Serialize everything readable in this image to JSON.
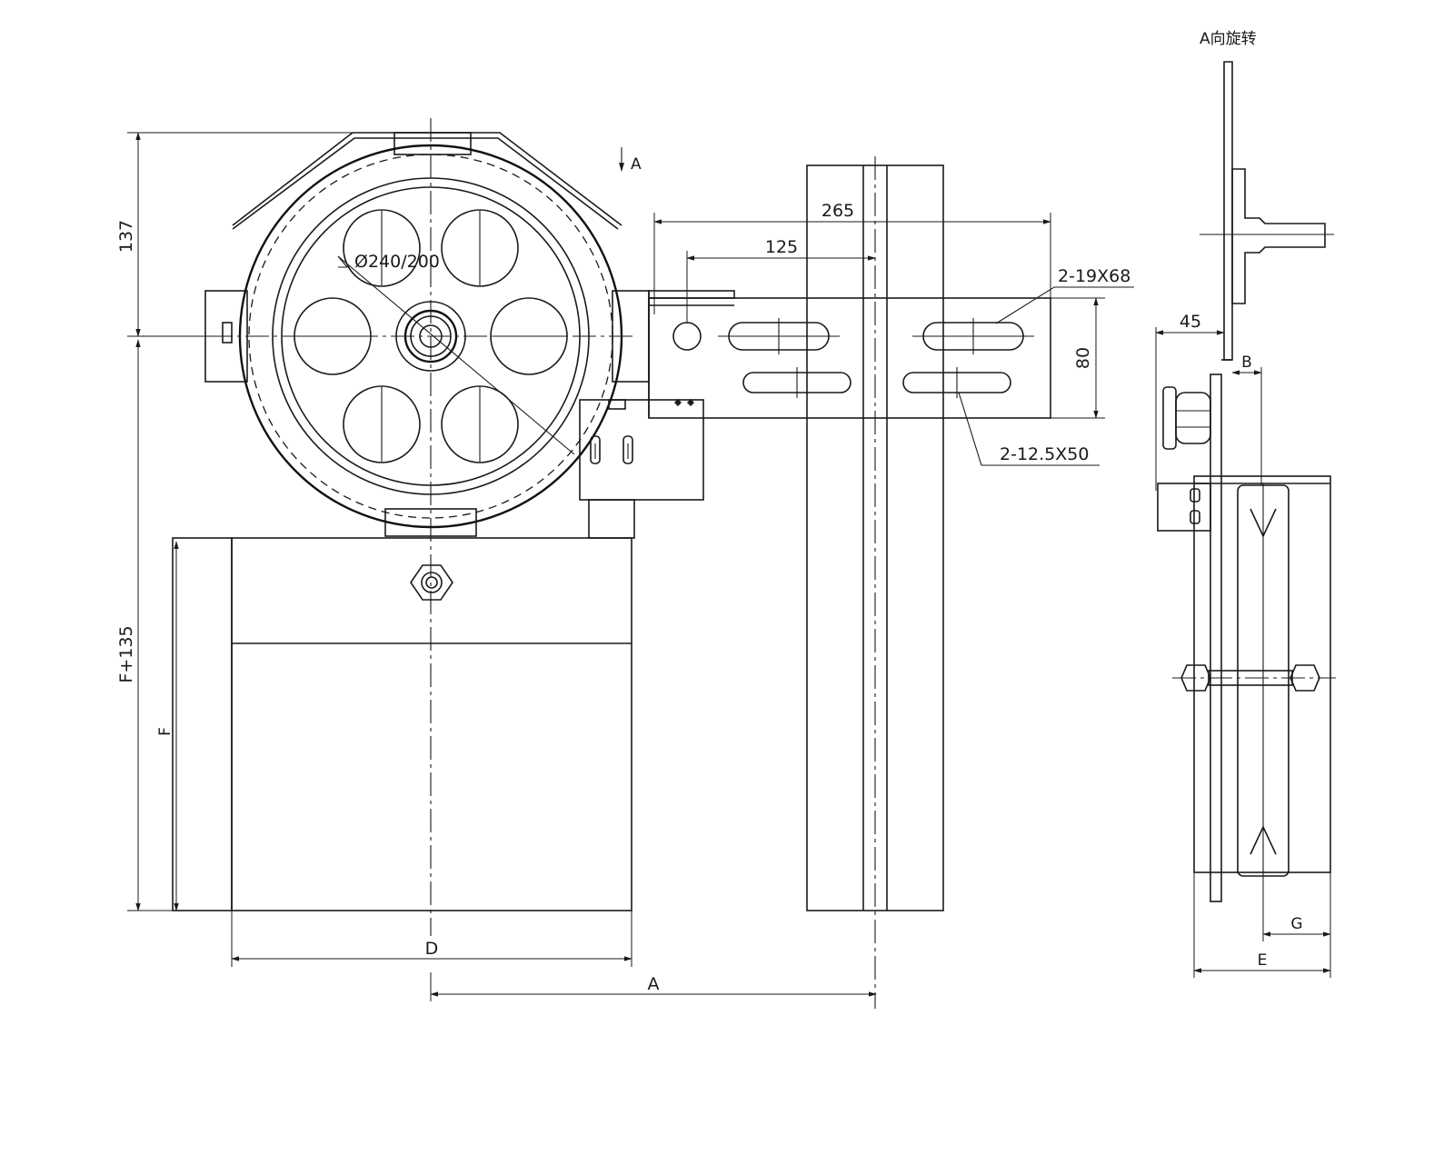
{
  "labels": {
    "view_title": "A向旋转",
    "view_arrow": "A",
    "dim_137": "137",
    "dim_f135": "F+135",
    "dim_f": "F",
    "dim_d": "D",
    "dim_a": "A",
    "dim_diameter": "Ø240/200",
    "dim_265": "265",
    "dim_125": "125",
    "dim_80": "80",
    "hole_long": "2-19X68",
    "hole_short": "2-12.5X50",
    "dim_45": "45",
    "dim_b": "B",
    "dim_g": "G",
    "dim_e": "E"
  }
}
